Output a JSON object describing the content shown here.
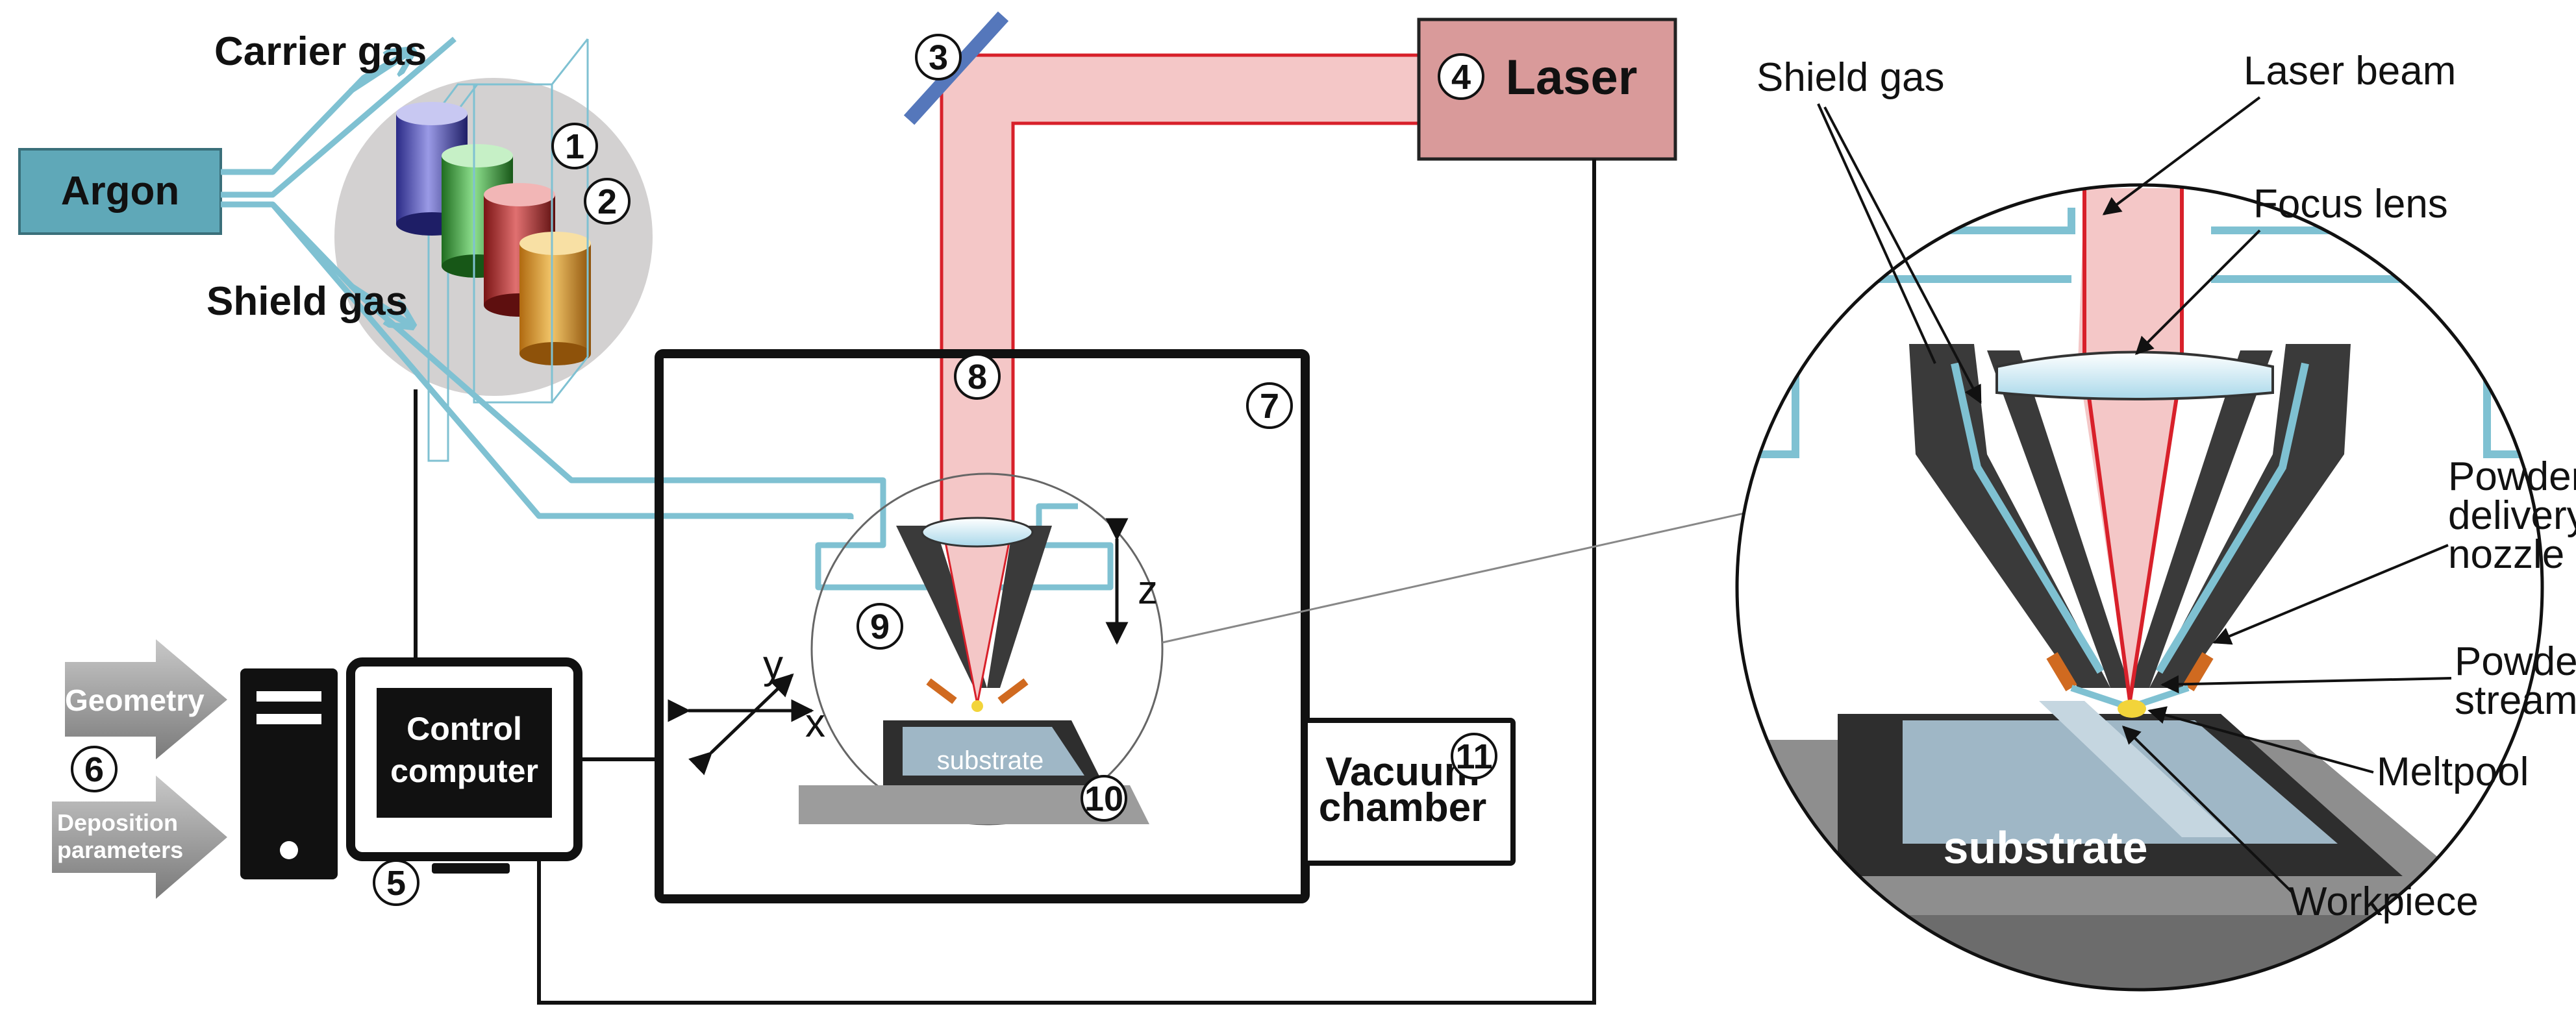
{
  "colors": {
    "laser_beam": "#f4c7c7",
    "laser_edge": "#d8202a",
    "gas_line": "#7fc1d2",
    "argon_box": "#5fa8b8",
    "laser_box": "#d99a9a",
    "mirror": "#5577bb",
    "powder_cloud": "#d3d1d1",
    "nozzle_dark": "#3a3a3a",
    "substrate_dark": "#2e2e2e",
    "workpiece": "#9fb7c6",
    "meltpool": "#f2d43a"
  },
  "labels": {
    "argon": "Argon",
    "carrier_gas": "Carrier gas",
    "shield_gas_left": "Shield gas",
    "laser": "Laser",
    "geometry": "Geometry",
    "deposition_line1": "Deposition",
    "deposition_line2": "parameters",
    "control_line1": "Control",
    "control_line2": "computer",
    "vacuum_line1": "Vacuum",
    "vacuum_line2": "chamber",
    "substrate_small": "substrate",
    "substrate_large": "substrate",
    "axis_x": "x",
    "axis_y": "y",
    "axis_z": "z"
  },
  "callouts": {
    "shield_gas": "Shield gas",
    "laser_beam": "Laser beam",
    "focus_lens": "Focus lens",
    "powder_nozzle_line1": "Powder",
    "powder_nozzle_line2": "delivery",
    "powder_nozzle_line3": "nozzle",
    "powder_stream_line1": "Powder",
    "powder_stream_line2": "stream",
    "meltpool": "Meltpool",
    "workpiece": "Workpiece"
  },
  "numbers": {
    "n1": "1",
    "n2": "2",
    "n3": "3",
    "n4": "4",
    "n5": "5",
    "n6": "6",
    "n7": "7",
    "n8": "8",
    "n9": "9",
    "n10": "10",
    "n11": "11"
  },
  "icons": [
    "mirror-icon",
    "powder-canister-icon",
    "computer-tower-icon",
    "monitor-icon",
    "input-arrow-icon",
    "axes-icon",
    "focus-lens-icon"
  ]
}
